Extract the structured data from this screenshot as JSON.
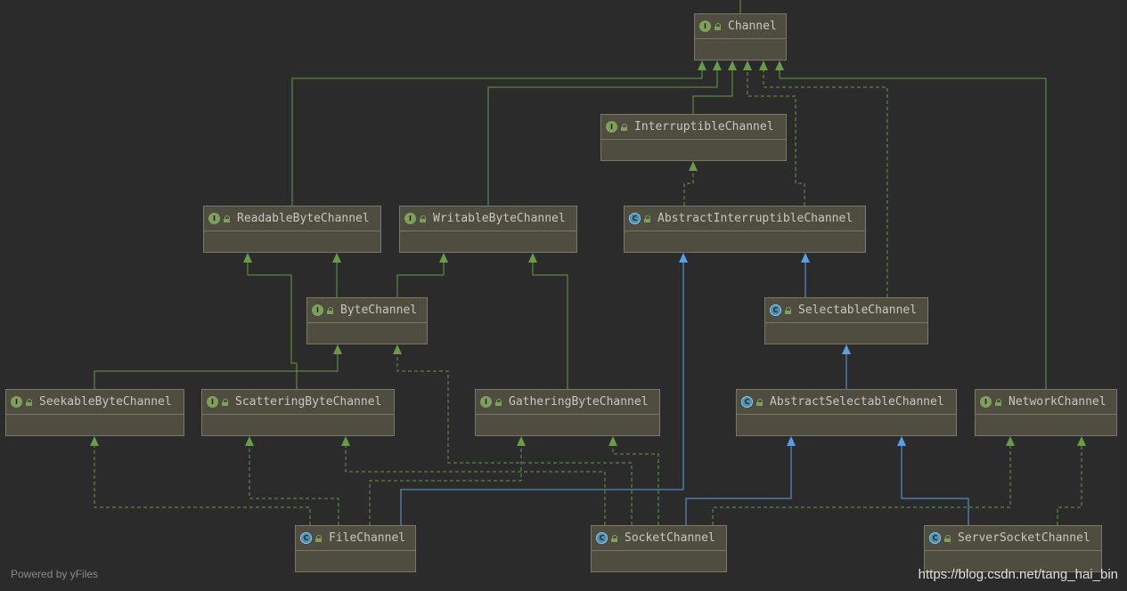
{
  "colors": {
    "background": "#2b2b2b",
    "node_fill": "#4f4c40",
    "node_border": "#7a7768",
    "interface_edge": "#6a9a4a",
    "class_extends_edge": "#5d9de6"
  },
  "legend": {
    "interface_icon_letter": "I",
    "class_icon_letter": "C"
  },
  "nodes": [
    {
      "id": "channel",
      "label": "Channel",
      "kind": "interface"
    },
    {
      "id": "interruptible",
      "label": "InterruptibleChannel",
      "kind": "interface"
    },
    {
      "id": "readable",
      "label": "ReadableByteChannel",
      "kind": "interface"
    },
    {
      "id": "writable",
      "label": "WritableByteChannel",
      "kind": "interface"
    },
    {
      "id": "abstract_interruptible",
      "label": "AbstractInterruptibleChannel",
      "kind": "class"
    },
    {
      "id": "bytechannel",
      "label": "ByteChannel",
      "kind": "interface"
    },
    {
      "id": "selectable",
      "label": "SelectableChannel",
      "kind": "class"
    },
    {
      "id": "seekable",
      "label": "SeekableByteChannel",
      "kind": "interface"
    },
    {
      "id": "scattering",
      "label": "ScatteringByteChannel",
      "kind": "interface"
    },
    {
      "id": "gathering",
      "label": "GatheringByteChannel",
      "kind": "interface"
    },
    {
      "id": "abstract_selectable",
      "label": "AbstractSelectableChannel",
      "kind": "class"
    },
    {
      "id": "network",
      "label": "NetworkChannel",
      "kind": "interface"
    },
    {
      "id": "filechannel",
      "label": "FileChannel",
      "kind": "class"
    },
    {
      "id": "socketchannel",
      "label": "SocketChannel",
      "kind": "class"
    },
    {
      "id": "serversocketchannel",
      "label": "ServerSocketChannel",
      "kind": "class"
    }
  ],
  "edges": [
    {
      "from": "interruptible",
      "to": "channel",
      "type": "extends-interface"
    },
    {
      "from": "readable",
      "to": "channel",
      "type": "extends-interface"
    },
    {
      "from": "writable",
      "to": "channel",
      "type": "extends-interface"
    },
    {
      "from": "network",
      "to": "channel",
      "type": "extends-interface"
    },
    {
      "from": "abstract_interruptible",
      "to": "channel",
      "type": "implements"
    },
    {
      "from": "selectable",
      "to": "channel",
      "type": "implements"
    },
    {
      "from": "abstract_interruptible",
      "to": "interruptible",
      "type": "implements"
    },
    {
      "from": "bytechannel",
      "to": "readable",
      "type": "extends-interface"
    },
    {
      "from": "bytechannel",
      "to": "writable",
      "type": "extends-interface"
    },
    {
      "from": "scattering",
      "to": "readable",
      "type": "extends-interface"
    },
    {
      "from": "gathering",
      "to": "writable",
      "type": "extends-interface"
    },
    {
      "from": "seekable",
      "to": "bytechannel",
      "type": "extends-interface"
    },
    {
      "from": "selectable",
      "to": "abstract_interruptible",
      "type": "extends-class"
    },
    {
      "from": "abstract_selectable",
      "to": "selectable",
      "type": "extends-class"
    },
    {
      "from": "filechannel",
      "to": "abstract_interruptible",
      "type": "extends-class"
    },
    {
      "from": "filechannel",
      "to": "seekable",
      "type": "implements"
    },
    {
      "from": "filechannel",
      "to": "scattering",
      "type": "implements"
    },
    {
      "from": "filechannel",
      "to": "gathering",
      "type": "implements"
    },
    {
      "from": "socketchannel",
      "to": "bytechannel",
      "type": "implements"
    },
    {
      "from": "socketchannel",
      "to": "scattering",
      "type": "implements"
    },
    {
      "from": "socketchannel",
      "to": "gathering",
      "type": "implements"
    },
    {
      "from": "socketchannel",
      "to": "abstract_selectable",
      "type": "extends-class"
    },
    {
      "from": "socketchannel",
      "to": "network",
      "type": "implements"
    },
    {
      "from": "serversocketchannel",
      "to": "abstract_selectable",
      "type": "extends-class"
    },
    {
      "from": "serversocketchannel",
      "to": "network",
      "type": "implements"
    }
  ],
  "footer": {
    "powered_by": "Powered by yFiles",
    "watermark": "https://blog.csdn.net/tang_hai_bin"
  }
}
